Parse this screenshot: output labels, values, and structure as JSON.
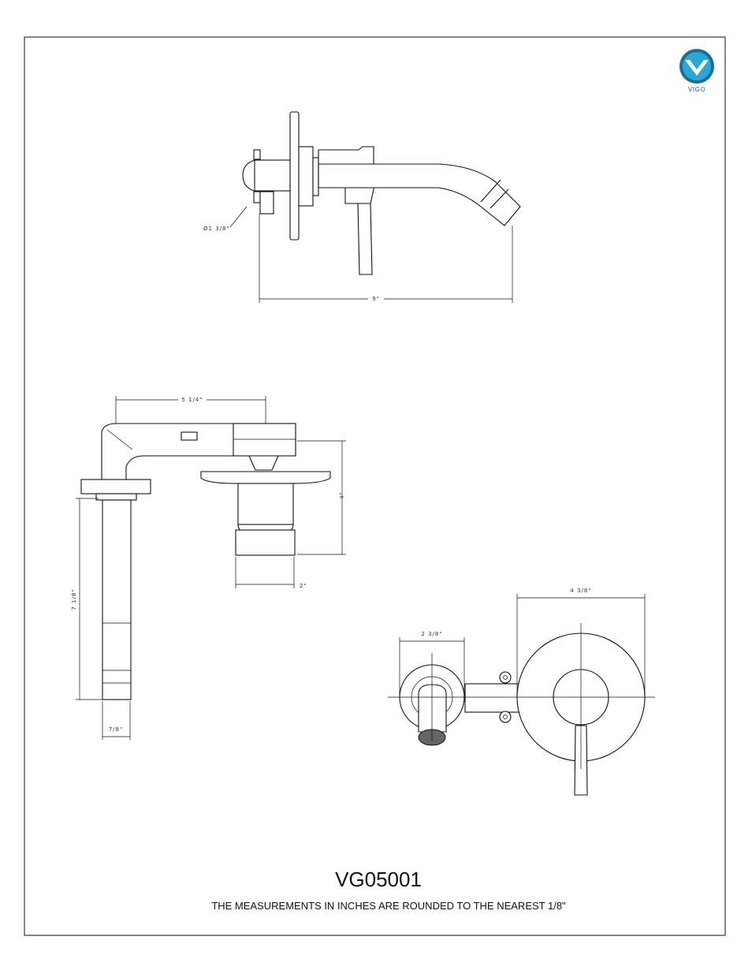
{
  "brand": {
    "name": "VIGO",
    "colors": {
      "outer": "#1a6f94",
      "inner": "#2aa7d6",
      "mark": "#ffffff"
    }
  },
  "model_number": "VG05001",
  "note": "THE MEASUREMENTS IN INCHES ARE ROUNDED TO THE NEAREST 1/8\"",
  "views": {
    "side": {
      "dims": {
        "diameter": "Ø1 3/8\"",
        "length": "9\""
      }
    },
    "top": {
      "dims": {
        "spout_length": "5 1/4\"",
        "height": "4\"",
        "base_width": "2\"",
        "spout_height": "7 1/8\"",
        "spout_width": "7/8\""
      }
    },
    "front": {
      "dims": {
        "spout_plate": "2 3/8\"",
        "handle_plate": "4 3/8\""
      }
    }
  }
}
